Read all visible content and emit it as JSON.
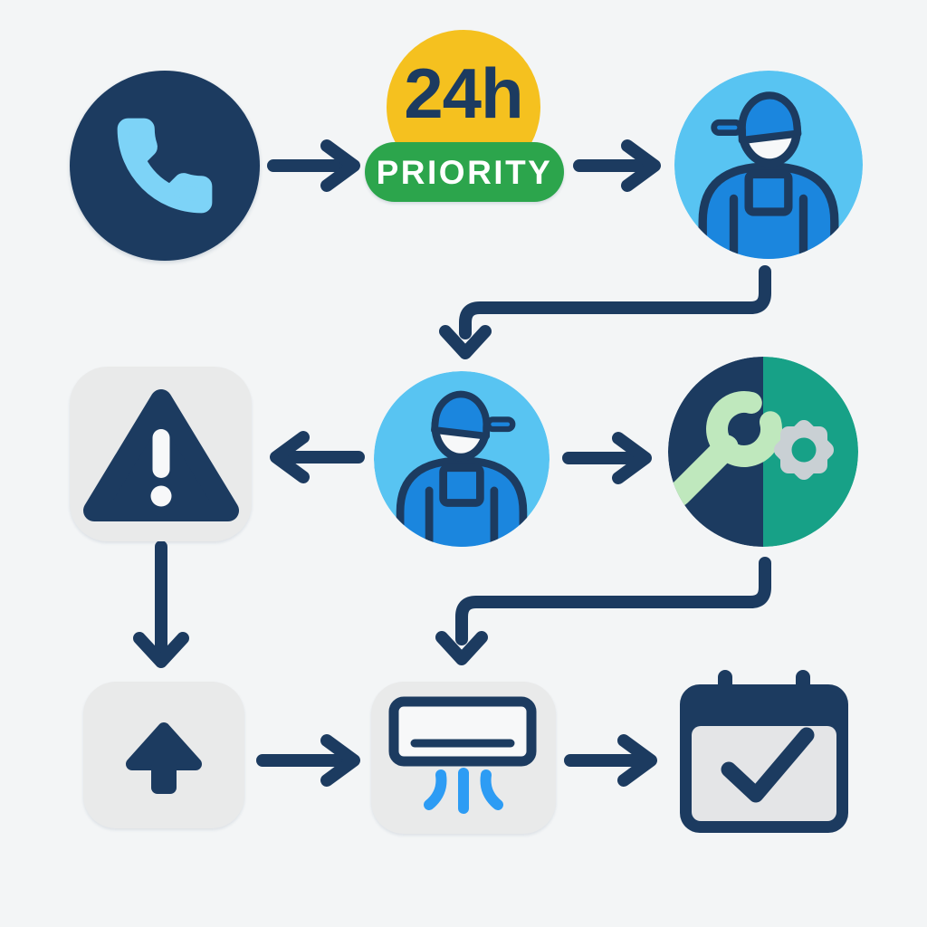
{
  "badge": {
    "time_label": "24h",
    "priority_label": "PRIORITY"
  },
  "palette": {
    "background": "#f3f5f6",
    "navy": "#1c3b60",
    "avatar_circle_blue": "#58c4f2",
    "phone_glyph_blue": "#7dd3f7",
    "worker_blue": "#1b86de",
    "badge_yellow": "#f5c11f",
    "priority_green": "#2ca54c",
    "tools_teal": "#17a187",
    "wrench_light_green": "#bfe8bd",
    "gear_gray": "#c9d0d4",
    "tile_gray": "#e9eaea",
    "calendar_panel_gray": "#e4e5e7",
    "airflow_blue": "#2d9cf4",
    "white": "#f7f8f9"
  },
  "nodes": [
    {
      "id": "phone-call",
      "icon": "phone-icon",
      "row": "top"
    },
    {
      "id": "priority-24h-badge",
      "icon": "badge-24h-priority",
      "row": "top"
    },
    {
      "id": "technician-top",
      "icon": "technician-icon",
      "row": "top"
    },
    {
      "id": "issue-warning",
      "icon": "warning-triangle-icon",
      "row": "middle"
    },
    {
      "id": "technician-center",
      "icon": "technician-icon",
      "row": "middle"
    },
    {
      "id": "repair-tools",
      "icon": "wrench-gear-icon",
      "row": "middle"
    },
    {
      "id": "escalation-upload",
      "icon": "upload-arrow-icon",
      "row": "bottom"
    },
    {
      "id": "ac-unit",
      "icon": "air-conditioner-icon",
      "row": "bottom"
    },
    {
      "id": "schedule-confirmed",
      "icon": "calendar-check-icon",
      "row": "bottom"
    }
  ],
  "edges": [
    {
      "from": "phone-call",
      "to": "priority-24h-badge",
      "shape": "straight-right"
    },
    {
      "from": "priority-24h-badge",
      "to": "technician-top",
      "shape": "straight-right"
    },
    {
      "from": "technician-top",
      "to": "technician-center",
      "shape": "elbow-down-left"
    },
    {
      "from": "technician-center",
      "to": "issue-warning",
      "shape": "straight-left"
    },
    {
      "from": "technician-center",
      "to": "repair-tools",
      "shape": "straight-right"
    },
    {
      "from": "issue-warning",
      "to": "escalation-upload",
      "shape": "straight-down"
    },
    {
      "from": "repair-tools",
      "to": "ac-unit",
      "shape": "elbow-down-left"
    },
    {
      "from": "escalation-upload",
      "to": "ac-unit",
      "shape": "straight-right"
    },
    {
      "from": "ac-unit",
      "to": "schedule-confirmed",
      "shape": "straight-right"
    }
  ]
}
